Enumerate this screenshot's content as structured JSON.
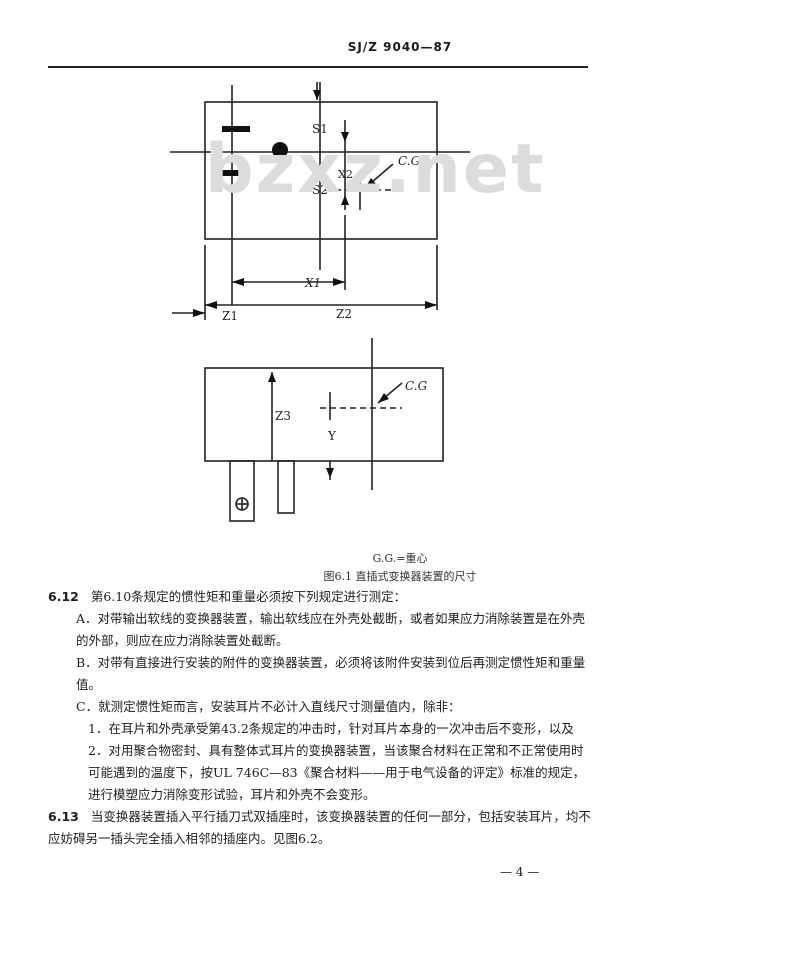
{
  "header": {
    "code": "SJ/Z  9040—87"
  },
  "watermark": "bzxz.net",
  "figure": {
    "labels": {
      "s1": "S1",
      "s2": "S2",
      "x2": "X2",
      "x1": "X1",
      "z1": "Z1",
      "z2": "Z2",
      "z3": "Z3",
      "y": "Y",
      "cg_top": "C.G",
      "cg_bottom": "C.G"
    },
    "legend": "G.G.=重心",
    "caption": "图6.1  直插式变换器装置的尺寸"
  },
  "sections": {
    "s612_num": "6.12",
    "s612_text": "第6.10条规定的惯性矩和重量必须按下列规定进行测定：",
    "a": "A．对带输出软线的变换器装置，输出软线应在外壳处截断，或者如果应力消除装置是在外壳的外部，则应在应力消除装置处截断。",
    "b": "B．对带有直接进行安装的附件的变换器装置，必须将该附件安装到位后再测定惯性矩和重量值。",
    "c": "C．就测定惯性矩而言，安装耳片不必计入直线尺寸测量值内，除非：",
    "c1": "1．在耳片和外壳承受第43.2条规定的冲击时，针对耳片本身的一次冲击后不变形，以及",
    "c2": "2．对用聚合物密封、具有整体式耳片的变换器装置，当该聚合材料在正常和不正常使用时可能遇到的温度下，按UL 746C—83《聚合材料——用于电气设备的评定》标准的规定，进行模塑应力消除变形试验，耳片和外壳不会变形。",
    "s613_num": "6.13",
    "s613_text": "当变换器装置插入平行插刀式双插座时，该变换器装置的任何一部分，包括安装耳片，均不应妨碍另一插头完全插入相邻的插座内。见图6.2。"
  },
  "footer": {
    "page": "— 4 —"
  }
}
